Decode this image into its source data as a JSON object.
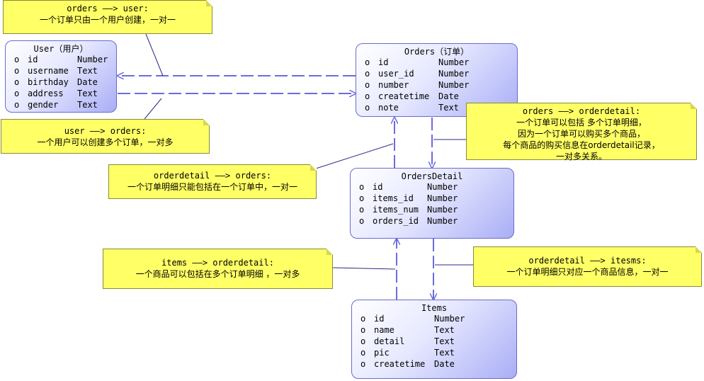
{
  "entities": {
    "user": {
      "title": "User（用户）",
      "attributes": [
        {
          "bullet": "o",
          "name": "id",
          "type": "Number"
        },
        {
          "bullet": "o",
          "name": "username",
          "type": "Text"
        },
        {
          "bullet": "o",
          "name": "birthday",
          "type": "Date"
        },
        {
          "bullet": "o",
          "name": "address",
          "type": "Text"
        },
        {
          "bullet": "o",
          "name": "gender",
          "type": "Text"
        }
      ]
    },
    "orders": {
      "title": "Orders（订单）",
      "attributes": [
        {
          "bullet": "o",
          "name": "id",
          "type": "Number"
        },
        {
          "bullet": "o",
          "name": "user_id",
          "type": "Number"
        },
        {
          "bullet": "o",
          "name": "number",
          "type": "Number"
        },
        {
          "bullet": "o",
          "name": "createtime",
          "type": "Date"
        },
        {
          "bullet": "o",
          "name": "note",
          "type": "Text"
        }
      ]
    },
    "ordersdetail": {
      "title": "OrdersDetail",
      "attributes": [
        {
          "bullet": "o",
          "name": "id",
          "type": "Number"
        },
        {
          "bullet": "o",
          "name": "items_id",
          "type": "Number"
        },
        {
          "bullet": "o",
          "name": "items_num",
          "type": "Number"
        },
        {
          "bullet": "o",
          "name": "orders_id",
          "type": "Number"
        }
      ]
    },
    "items": {
      "title": "Items",
      "attributes": [
        {
          "bullet": "o",
          "name": "id",
          "type": "Number"
        },
        {
          "bullet": "o",
          "name": "name",
          "type": "Text"
        },
        {
          "bullet": "o",
          "name": "detail",
          "type": "Text"
        },
        {
          "bullet": "o",
          "name": "pic",
          "type": "Text"
        },
        {
          "bullet": "o",
          "name": "createtime",
          "type": "Date"
        }
      ]
    }
  },
  "notes": {
    "orders_user": [
      "orders ——> user:",
      "一个订单只由一个用户创建，一对一"
    ],
    "user_orders": [
      "user ——> orders:",
      "一个用户可以创建多个订单，一对多"
    ],
    "orderdetail_orders": [
      "orderdetail ——> orders:",
      "一个订单明细只能包括在一个订单中，一对一"
    ],
    "orders_orderdetail": [
      "orders ——> orderdetail:",
      "一个订单可以包括 多个订单明细，",
      "因为一个订单可以购买多个商品，",
      "每个商品的购买信息在orderdetail记录，",
      "一对多关系。"
    ],
    "items_orderdetail": [
      "items ——> orderdetail:",
      "一个商品可以包括在多个订单明细 ，一对多"
    ],
    "orderdetail_items": [
      "orderdetail ——> itesms:",
      "一个订单明细只对应一个商品信息，一对一"
    ]
  },
  "colors": {
    "entity_border": "#6a6ad0",
    "entity_fill_dark": "#a9aef5",
    "note_fill": "#ffff66",
    "link": "#6b6be0"
  },
  "icons": [
    "arrow-head-icon",
    "note-fold-icon"
  ]
}
